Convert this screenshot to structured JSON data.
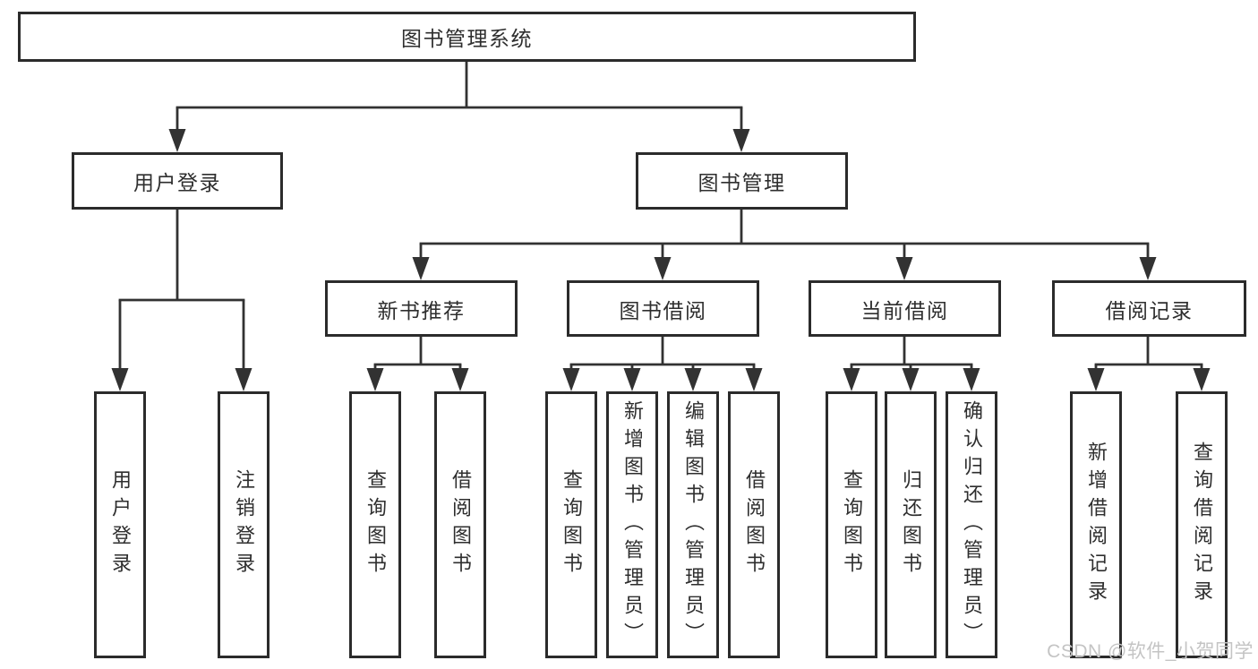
{
  "nodes": {
    "root": "图书管理系统",
    "l2": [
      "用户登录",
      "图书管理"
    ],
    "l3": [
      "新书推荐",
      "图书借阅",
      "当前借阅",
      "借阅记录"
    ],
    "l4": [
      "用户登录",
      "注销登录",
      "查询图书",
      "借阅图书",
      "查询图书",
      "新增图书（管理员）",
      "编辑图书（管理员）",
      "借阅图书",
      "查询图书",
      "归还图书",
      "确认归还（管理员）",
      "新增借阅记录",
      "查询借阅记录"
    ]
  },
  "watermark": {
    "text": "CSDN @软件_小贺同学"
  },
  "colors": {
    "border": "#2b2b2b",
    "line": "#323232",
    "text": "#2e2e2e",
    "watermark": "#c4c4c4",
    "background": "#ffffff"
  }
}
